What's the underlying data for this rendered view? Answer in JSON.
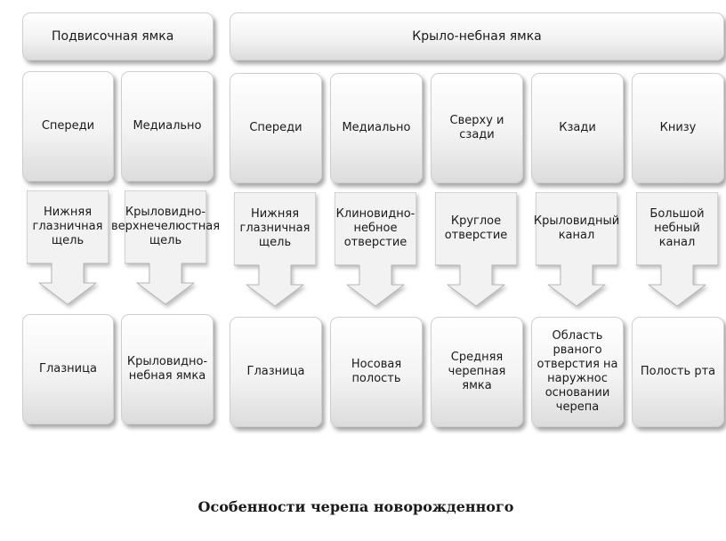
{
  "groups": [
    {
      "header": "Подвисочная ямка",
      "columns": [
        {
          "direction": "Спереди",
          "passage": "Нижняя глазничная щель",
          "target": "Глазница"
        },
        {
          "direction": "Медиально",
          "passage": "Крыловидно-верхнечелюстная щель",
          "target": "Крыловидно-небная ямка"
        }
      ]
    },
    {
      "header": "Крыло-небная ямка",
      "columns": [
        {
          "direction": "Спереди",
          "passage": "Нижняя глазничная щель",
          "target": "Глазница"
        },
        {
          "direction": "Медиально",
          "passage": "Клиновидно-небное отверстие",
          "target": "Носовая полость"
        },
        {
          "direction": "Сверху и сзади",
          "passage": "Круглое отверстие",
          "target": "Средняя черепная ямка"
        },
        {
          "direction": "Кзади",
          "passage": "Крыловидный канал",
          "target": "Область рваного отверстия на наружнос основании черепа"
        },
        {
          "direction": "Книзу",
          "passage": "Большой небный канал",
          "target": "Полость рта"
        }
      ]
    }
  ],
  "caption": "Особенности черепа новорожденного",
  "colors": {
    "box_border": "#cfcfcf",
    "arrow_fill": "#f2f2f2",
    "arrow_stroke": "#b5b5b5"
  }
}
